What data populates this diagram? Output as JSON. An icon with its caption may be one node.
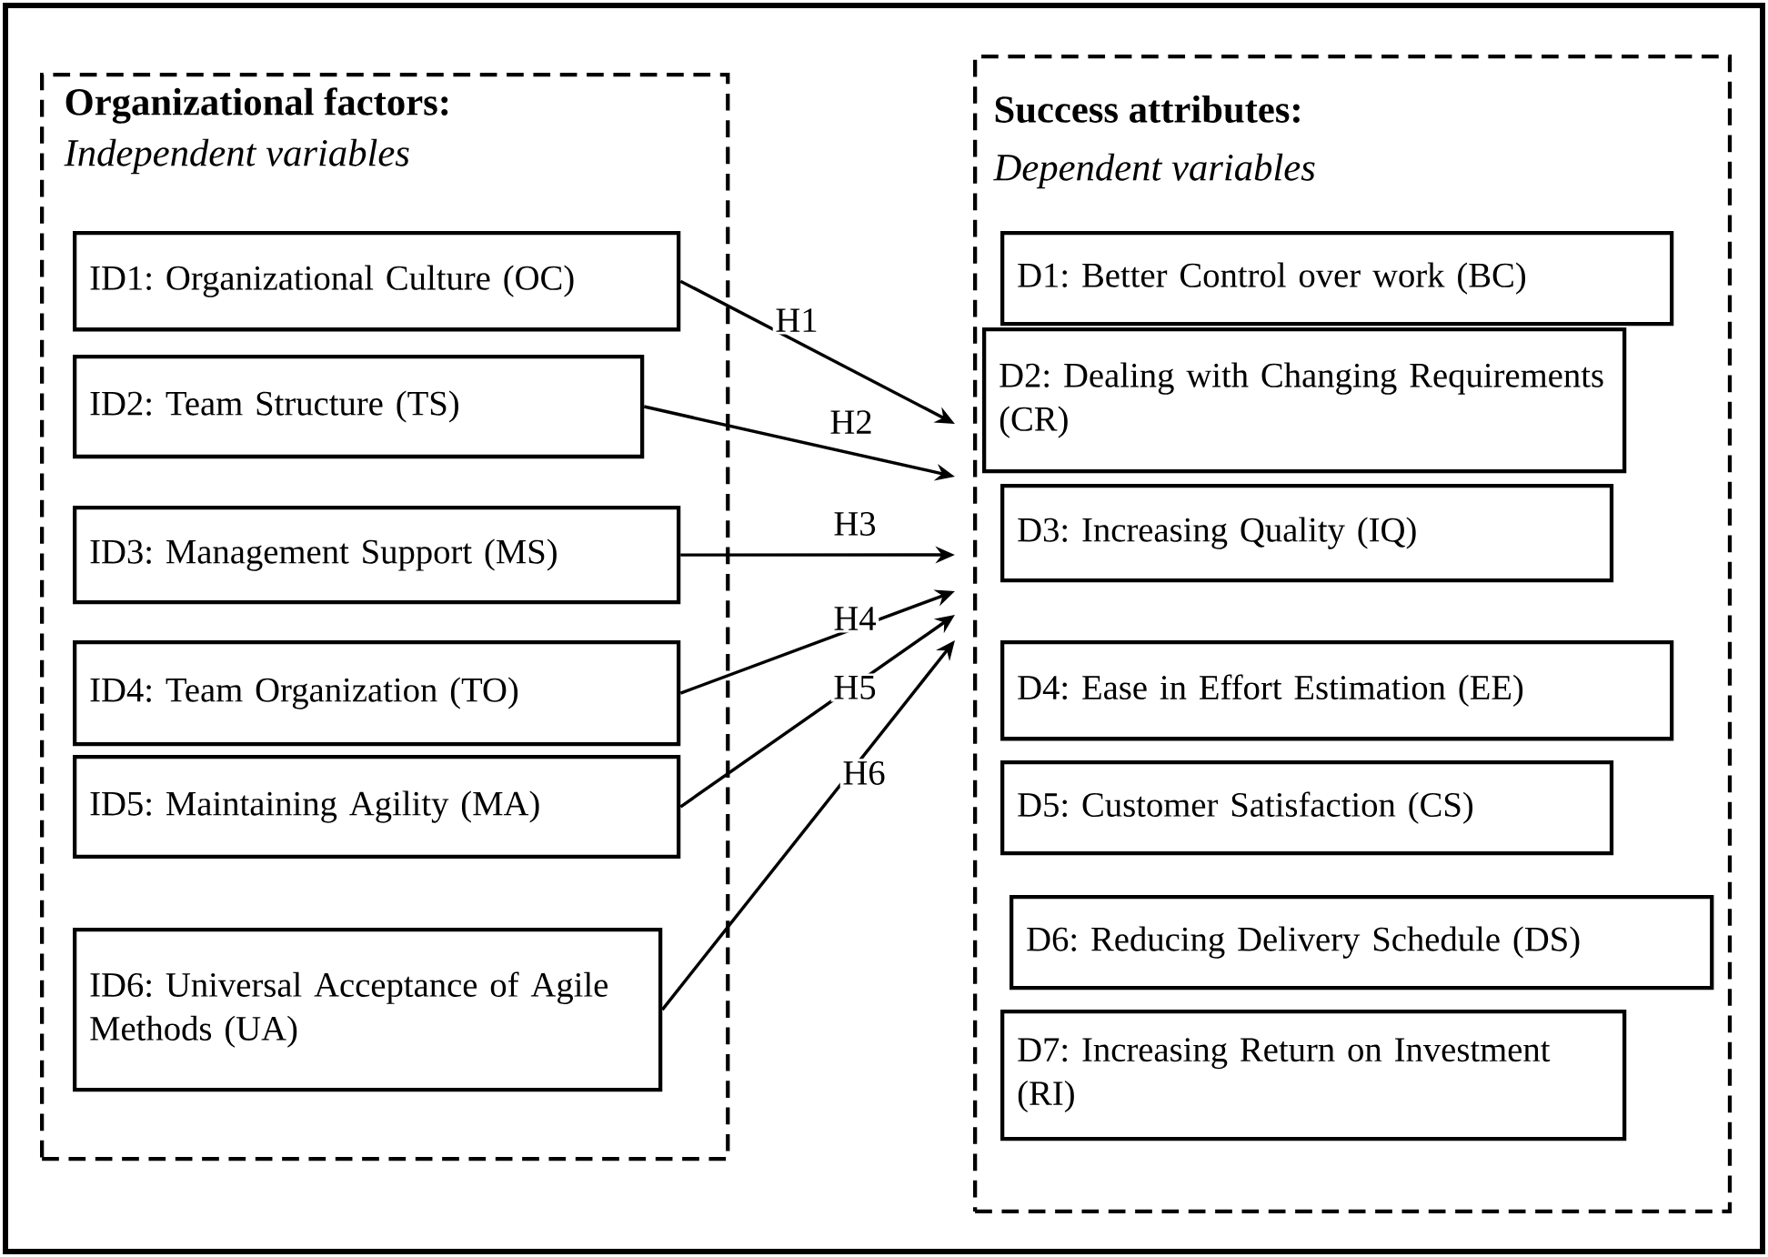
{
  "diagram": {
    "nodes": [
      {
        "text": [
          "Organizational factors:",
          "Independent variables"
        ]
      },
      {
        "text": [
          "ID1: Organizational Culture (OC)"
        ],
        "in": 0
      },
      {
        "text": [
          "ID2: Team Structure (TS)"
        ],
        "in": 0
      },
      {
        "text": [
          "ID3: Management Support (MS)"
        ],
        "in": 0
      },
      {
        "text": [
          "ID4: Team Organization (TO)"
        ],
        "in": 0
      },
      {
        "text": [
          "ID5: Maintaining Agility (MA)"
        ],
        "in": 0
      },
      {
        "text": [
          "ID6: Universal Acceptance of Agile Methods (UA)"
        ],
        "in": 0
      },
      {
        "text": [
          "Success attributes:",
          "Dependent variables"
        ]
      },
      {
        "text": [
          "D1: Better Control over work (BC)"
        ],
        "in": 7
      },
      {
        "text": [
          "D2: Dealing with Changing Requirements (CR)"
        ],
        "in": 7
      },
      {
        "text": [
          "D3: Increasing Quality (IQ)"
        ],
        "in": 7
      },
      {
        "text": [
          "D4: Ease in Effort Estimation (EE)"
        ],
        "in": 7
      },
      {
        "text": [
          "D5: Customer Satisfaction (CS)"
        ],
        "in": 7
      },
      {
        "text": [
          "D6: Reducing Delivery Schedule (DS)"
        ],
        "in": 7
      },
      {
        "text": [
          "D7: Increasing Return on Investment (RI)"
        ],
        "in": 7
      }
    ],
    "edges": [
      {
        "from": 1,
        "to": 7,
        "arrow": "to",
        "label": "H1"
      },
      {
        "from": 2,
        "to": 7,
        "arrow": "to",
        "label": "H2"
      },
      {
        "from": 3,
        "to": 7,
        "arrow": "to",
        "label": "H3"
      },
      {
        "from": 4,
        "to": 7,
        "arrow": "to",
        "label": "H4"
      },
      {
        "from": 5,
        "to": 7,
        "arrow": "to",
        "label": "H5"
      },
      {
        "from": 6,
        "to": 7,
        "arrow": "to",
        "label": "H6"
      }
    ]
  }
}
